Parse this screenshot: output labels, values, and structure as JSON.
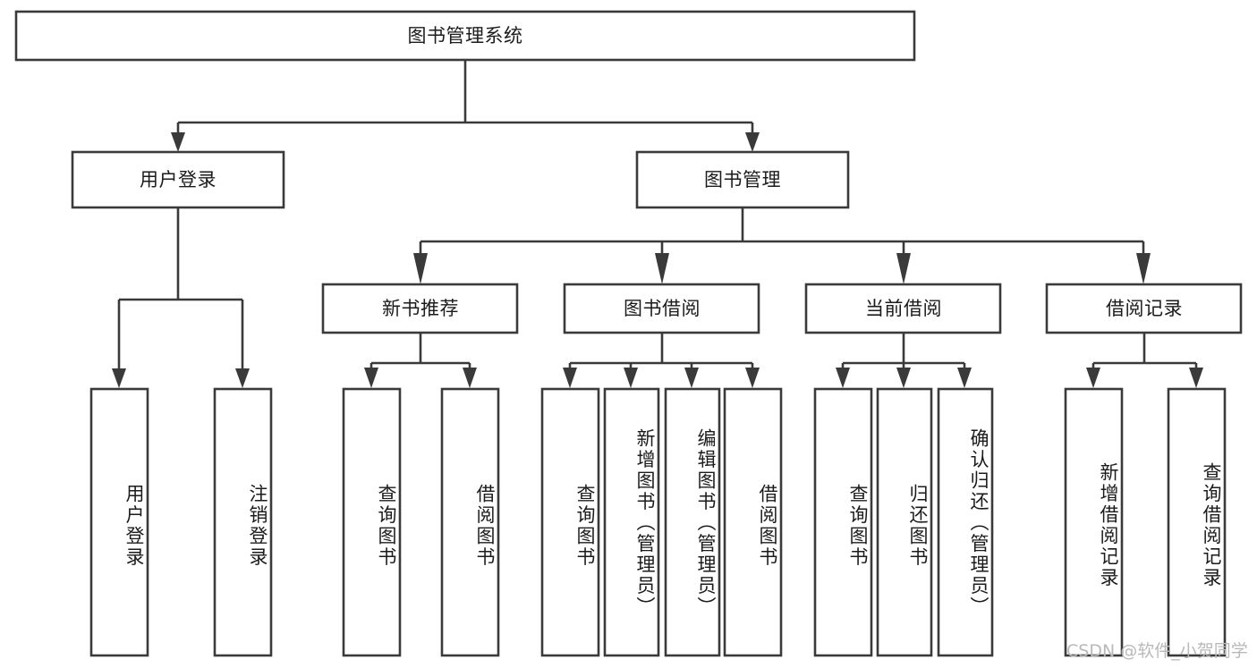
{
  "diagram": {
    "title": "图书管理系统",
    "type": "tree",
    "orientation": "top-down",
    "colors": {
      "box_stroke": "#3a3a3a",
      "box_fill": "#ffffff",
      "text": "#1b1b1b",
      "connector": "#3a3a3a",
      "watermark": "#b9b9b9",
      "background": "#ffffff"
    }
  },
  "root": {
    "label": "图书管理系统"
  },
  "level2": [
    {
      "label": "用户登录"
    },
    {
      "label": "图书管理"
    }
  ],
  "level3": [
    {
      "label": "新书推荐"
    },
    {
      "label": "图书借阅"
    },
    {
      "label": "当前借阅"
    },
    {
      "label": "借阅记录"
    }
  ],
  "leaves": {
    "user_login": [
      {
        "label": "用户登录"
      },
      {
        "label": "注销登录"
      }
    ],
    "new_book": [
      {
        "label": "查询图书"
      },
      {
        "label": "借阅图书"
      }
    ],
    "book_borrow": [
      {
        "label": "查询图书"
      },
      {
        "label": "新增图书（管理员）"
      },
      {
        "label": "编辑图书（管理员）"
      },
      {
        "label": "借阅图书"
      }
    ],
    "current_borrow": [
      {
        "label": "查询图书"
      },
      {
        "label": "归还图书"
      },
      {
        "label": "确认归还（管理员）"
      }
    ],
    "borrow_record": [
      {
        "label": "新增借阅记录"
      },
      {
        "label": "查询借阅记录"
      }
    ]
  },
  "watermark": {
    "text": "CSDN @软件_小贺同学"
  }
}
